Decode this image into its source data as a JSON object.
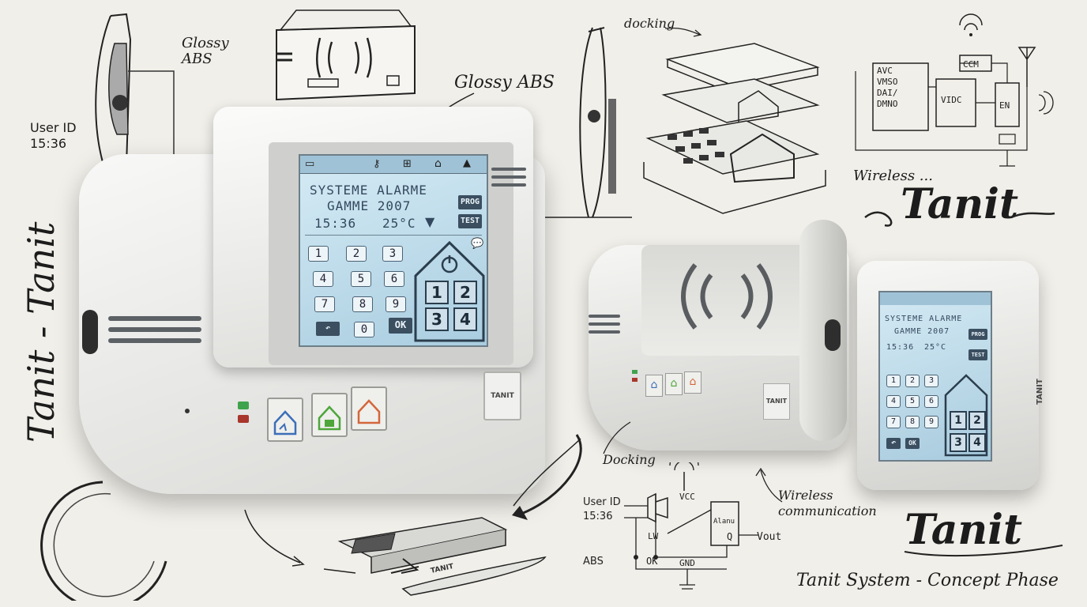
{
  "annotations": {
    "glossy_abs_small": "Glossy ABS",
    "glossy_abs_main": "Glossy ABS",
    "user_id_left": "User ID 15:36",
    "docking_top": "docking",
    "docking_bottom": "Docking",
    "wireless_top": "Wireless ...",
    "wireless_comm": "Wireless communication",
    "footer": "Tanit System - Concept Phase"
  },
  "brand": {
    "logo_vertical": "Tanit - Tanit",
    "logo_right_top": "Tanit",
    "logo_right_bottom": "Tanit",
    "device_badge": "TANIT",
    "probe_label": "TANIT"
  },
  "main_device": {
    "lcd_line1": "SYSTEME ALARME",
    "lcd_line2": "GAMME 2007",
    "lcd_time": "15:36",
    "lcd_temp": "25°C",
    "prog_button": "PROG",
    "test_button": "TEST",
    "keypad": [
      "1",
      "2",
      "3",
      "4",
      "5",
      "6",
      "7",
      "8",
      "9",
      "0"
    ],
    "ok_key": "OK",
    "zone_keys": [
      "1",
      "2",
      "3",
      "4"
    ],
    "status_led_colors": [
      "#3fa34d",
      "#a8362b"
    ],
    "mode_button_colors": [
      "#3c6fb8",
      "#4ea63a",
      "#d4663a"
    ]
  },
  "second_device": {
    "lcd_line1": "SYSTEME ALARME",
    "lcd_line2": "GAMME 2007",
    "lcd_time": "15:36",
    "lcd_temp": "25°C",
    "prog_button": "PROG",
    "test_button": "TEST",
    "keypad": [
      "1",
      "2",
      "3",
      "4",
      "5",
      "6",
      "7",
      "8",
      "9"
    ],
    "ok_key": "OK",
    "zone_keys": [
      "1",
      "2",
      "3",
      "4"
    ],
    "side_label": "TANIT",
    "badge": "TANIT"
  },
  "circuit_top": {
    "block_labels": [
      "AVC",
      "VMSO",
      "DAI/",
      "DMNO"
    ],
    "module_1": "VIDC",
    "module_2": "CCM",
    "module_3": "EN"
  },
  "circuit_bottom": {
    "user_id": "User ID",
    "time": "15:36",
    "abs": "ABS",
    "vcc": "VCC",
    "gnd": "GND",
    "ok": "OK",
    "lw": "LW",
    "q": "Q",
    "vout": "Vout",
    "chip_label": "Alanu"
  },
  "colors": {
    "background": "#f1efe9",
    "lcd_blue": "#b9d9ea",
    "housing": "#e6e6e4",
    "ink": "#222222"
  }
}
